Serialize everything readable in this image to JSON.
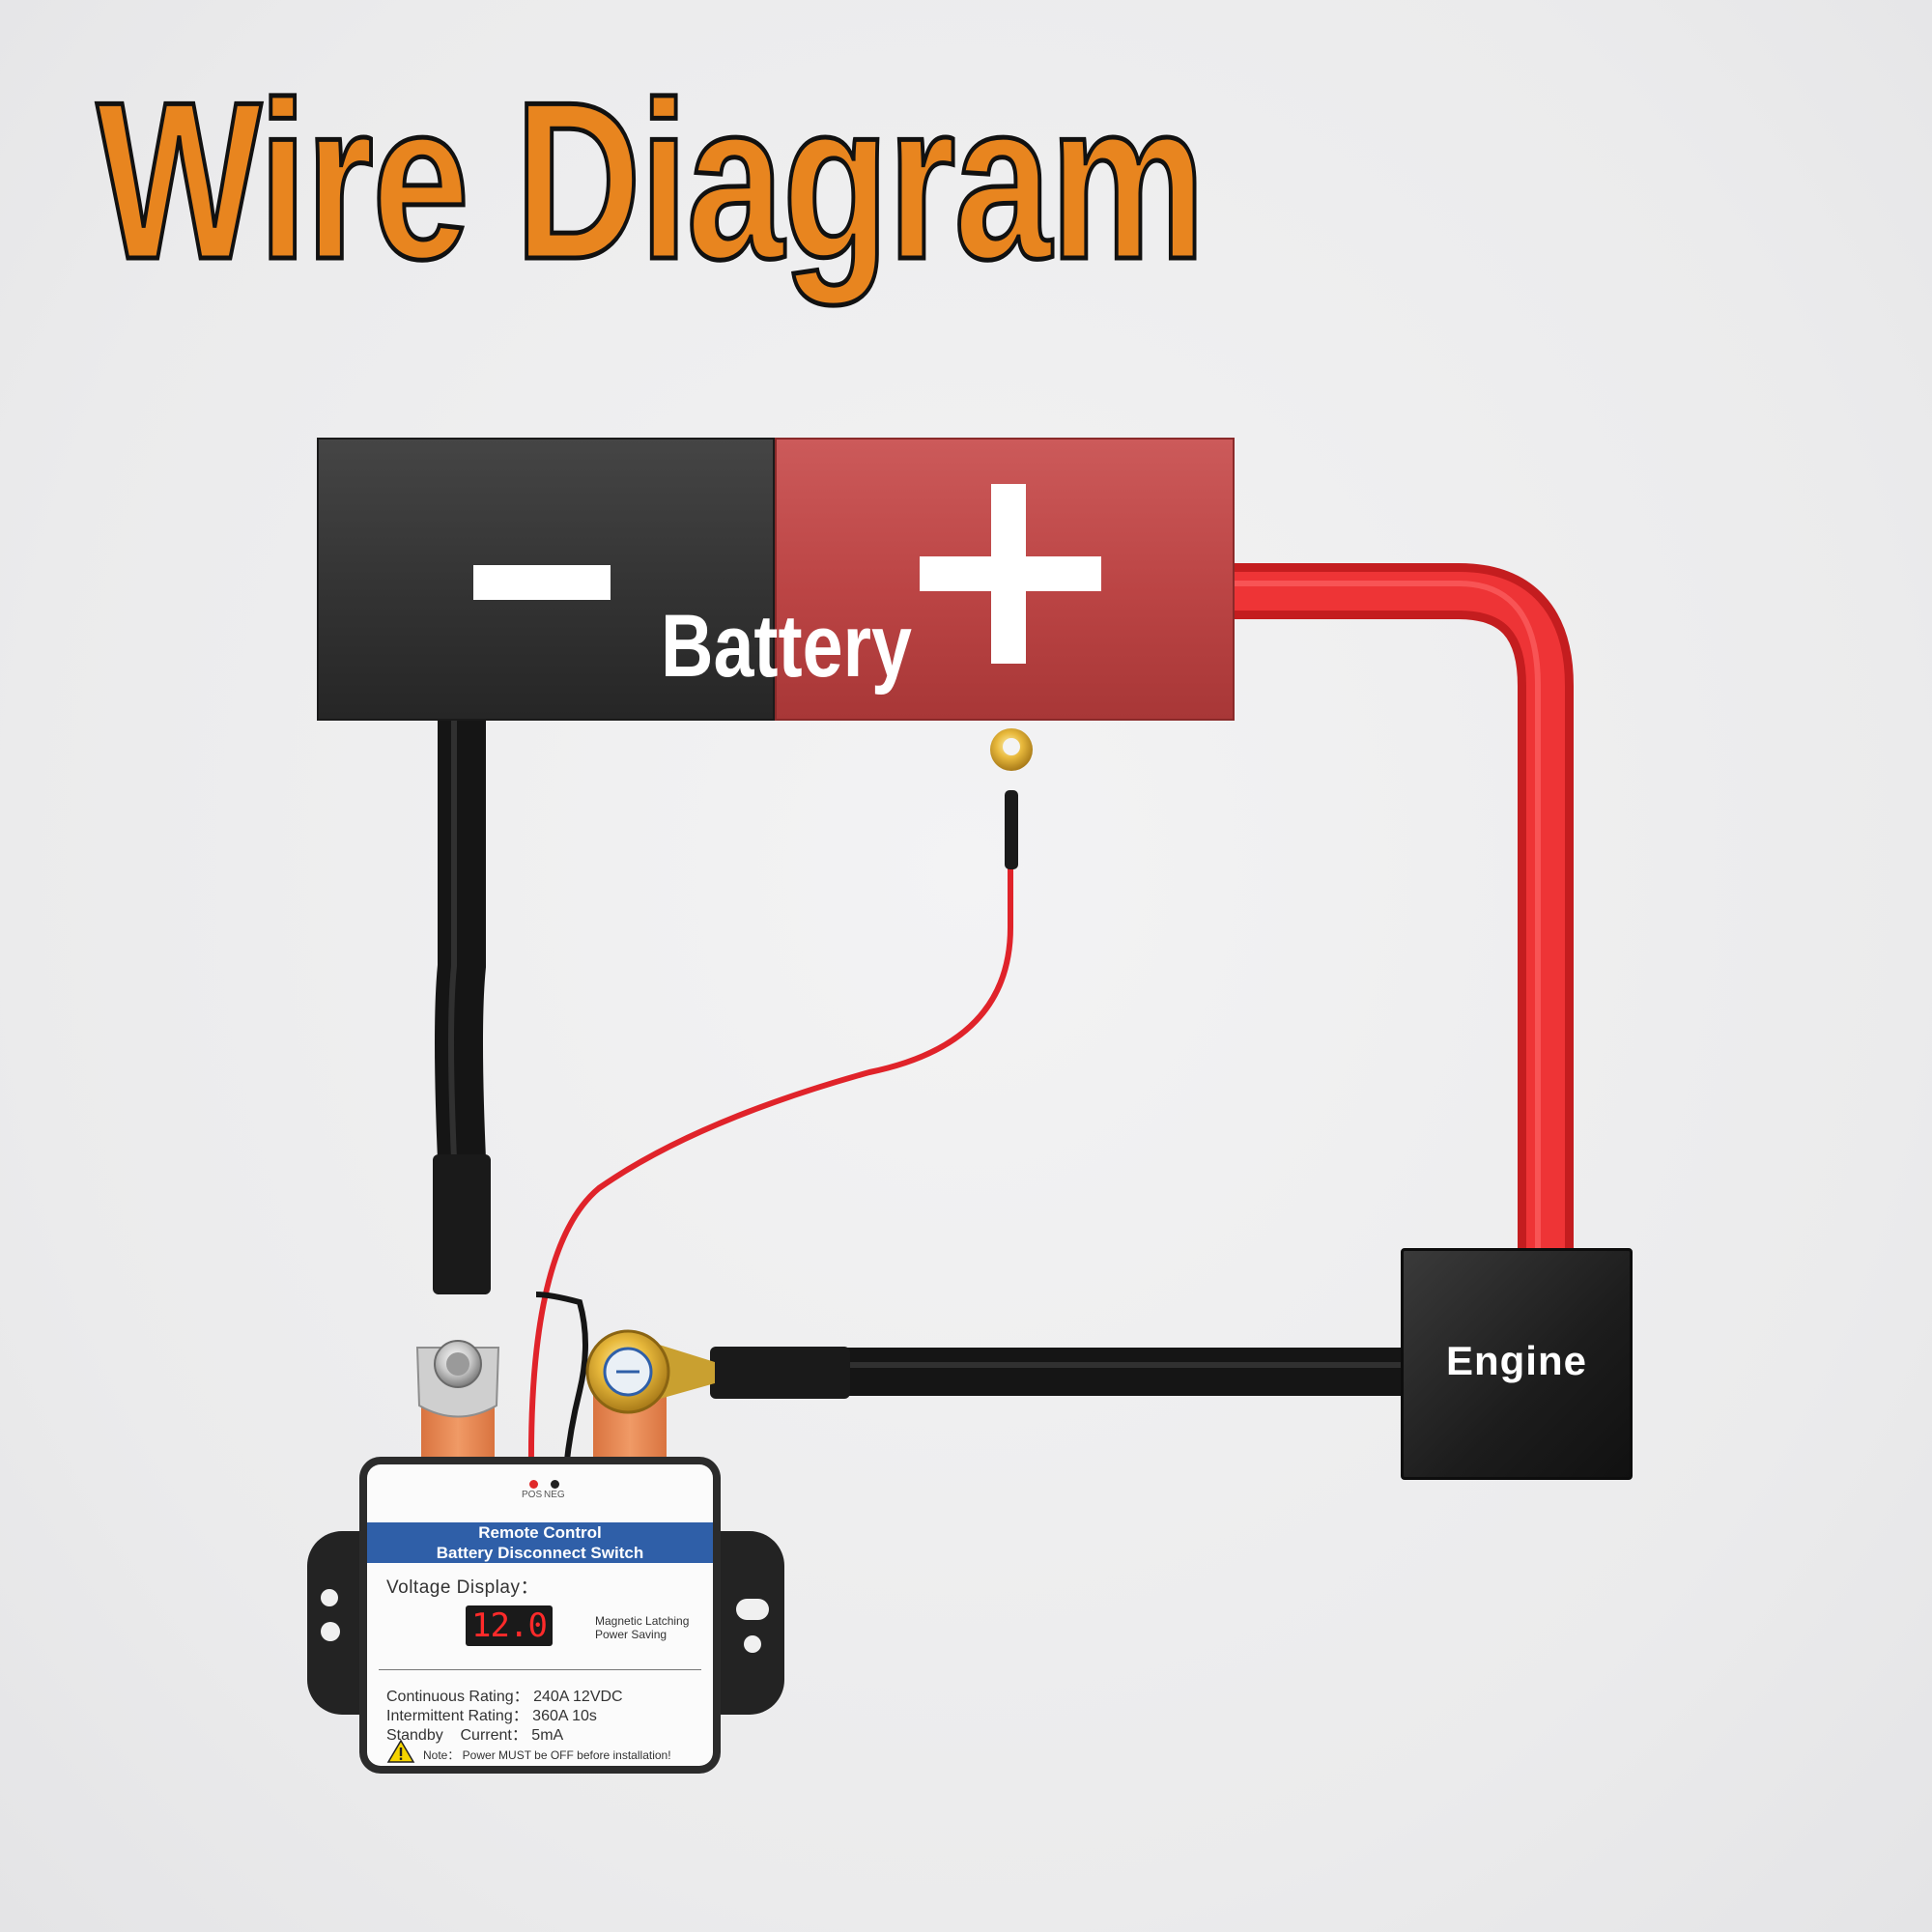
{
  "title": "Wire Diagram",
  "battery": {
    "label": "Battery",
    "negative_symbol": "minus",
    "positive_symbol": "plus",
    "negative_color": "#333333",
    "positive_color": "#bb4444"
  },
  "engine": {
    "label": "Engine"
  },
  "switch": {
    "indicators": [
      "POS",
      "NEG"
    ],
    "header_line1": "Remote Control",
    "header_line2": "Battery Disconnect Switch",
    "voltage_label": "Voltage Display：",
    "voltage_value": "12.0",
    "features": [
      "Magnetic Latching",
      "Power Saving"
    ],
    "specs": [
      "Continuous Rating： 240A 12VDC",
      "Intermittent Rating： 360A 10s",
      "Standby    Current： 5mA"
    ],
    "note": "Note： Power MUST be OFF before installation!",
    "header_color": "#2f5fa8"
  },
  "colors": {
    "title": "#e8851f",
    "red_cable": "#e8282a",
    "black_cable": "#1c1c1c",
    "copper_tab": "#ea8a57"
  }
}
